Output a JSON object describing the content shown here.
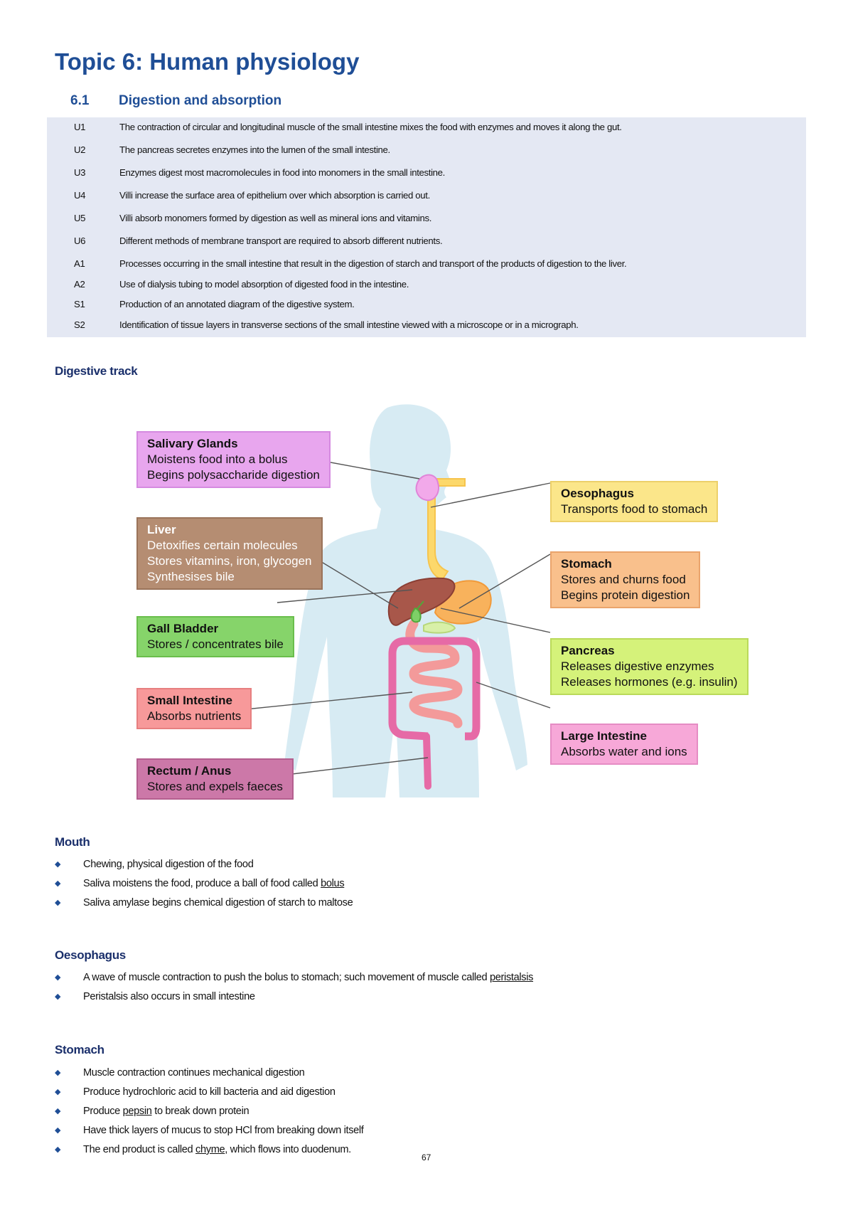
{
  "title": "Topic 6: Human physiology",
  "section": {
    "number": "6.1",
    "title": "Digestion and absorption"
  },
  "objectives": [
    {
      "code": "U1",
      "text": "The contraction of circular and longitudinal muscle of the small intestine mixes the food with enzymes and moves it along the gut."
    },
    {
      "code": "U2",
      "text": "The pancreas secretes enzymes into the lumen of the small intestine."
    },
    {
      "code": "U3",
      "text": "Enzymes digest most macromolecules in food into monomers in the small intestine."
    },
    {
      "code": "U4",
      "text": "Villi increase the surface area of epithelium over which absorption is carried out."
    },
    {
      "code": "U5",
      "text": "Villi absorb monomers formed by digestion as well as mineral ions and vitamins."
    },
    {
      "code": "U6",
      "text": "Different methods of membrane transport are required to absorb different nutrients."
    },
    {
      "code": "A1",
      "text": "Processes occurring in the small intestine that result in the digestion of starch and transport of the products of digestion to the liver."
    },
    {
      "code": "A2",
      "text": "Use of dialysis tubing to model absorption of digested food in the intestine."
    },
    {
      "code": "S1",
      "text": "Production of an annotated diagram of the digestive system."
    },
    {
      "code": "S2",
      "text": "Identification of tissue layers in transverse sections of the small intestine viewed with a microscope or in a micrograph."
    }
  ],
  "digestive_heading": "Digestive track",
  "diagram": {
    "labels": {
      "salivary": {
        "title": "Salivary Glands",
        "lines": [
          "Moistens food into a bolus",
          "Begins polysaccharide digestion"
        ],
        "color": "#e8a6ee"
      },
      "liver": {
        "title": "Liver",
        "lines": [
          "Detoxifies certain molecules",
          "Stores vitamins, iron, glycogen",
          "Synthesises bile"
        ],
        "color": "#b58d72"
      },
      "gall": {
        "title": "Gall Bladder",
        "lines": [
          "Stores / concentrates bile"
        ],
        "color": "#86d46a"
      },
      "small": {
        "title": "Small Intestine",
        "lines": [
          "Absorbs nutrients"
        ],
        "color": "#f7999a"
      },
      "rectum": {
        "title": "Rectum / Anus",
        "lines": [
          "Stores and expels faeces"
        ],
        "color": "#cc78a8"
      },
      "oesophagus": {
        "title": "Oesophagus",
        "lines": [
          "Transports food to stomach"
        ],
        "color": "#fbe68a"
      },
      "stomach": {
        "title": "Stomach",
        "lines": [
          "Stores and churns food",
          "Begins protein digestion"
        ],
        "color": "#f9c08c"
      },
      "pancreas": {
        "title": "Pancreas",
        "lines": [
          "Releases digestive enzymes",
          "Releases hormones (e.g. insulin)"
        ],
        "color": "#d5f27a"
      },
      "large": {
        "title": "Large Intestine",
        "lines": [
          "Absorbs water and ions"
        ],
        "color": "#f7a8d8"
      }
    }
  },
  "mouth": {
    "heading": "Mouth",
    "bullets": [
      {
        "pre": "Chewing, physical digestion of the food",
        "u": "",
        "post": ""
      },
      {
        "pre": "Saliva moistens the food, produce a ball of food called ",
        "u": "bolus",
        "post": ""
      },
      {
        "pre": "Saliva amylase begins chemical digestion of starch to maltose",
        "u": "",
        "post": ""
      }
    ]
  },
  "oesophagus": {
    "heading": "Oesophagus",
    "bullets": [
      {
        "pre": "A wave of muscle contraction to push the bolus to stomach; such movement of muscle called ",
        "u": "peristalsis",
        "post": ""
      },
      {
        "pre": "Peristalsis also occurs in small intestine",
        "u": "",
        "post": ""
      }
    ]
  },
  "stomach": {
    "heading": "Stomach",
    "bullets": [
      {
        "pre": "Muscle contraction continues mechanical digestion",
        "u": "",
        "post": ""
      },
      {
        "pre": "Produce hydrochloric acid to kill bacteria and aid digestion",
        "u": "",
        "post": ""
      },
      {
        "pre": "Produce ",
        "u": "pepsin",
        "post": " to break down protein"
      },
      {
        "pre": "Have thick layers of mucus to stop HCl from breaking down itself",
        "u": "",
        "post": ""
      },
      {
        "pre": "The end product is called ",
        "u": "chyme",
        "post": ", which flows into duodenum."
      }
    ]
  },
  "page_number": "67"
}
